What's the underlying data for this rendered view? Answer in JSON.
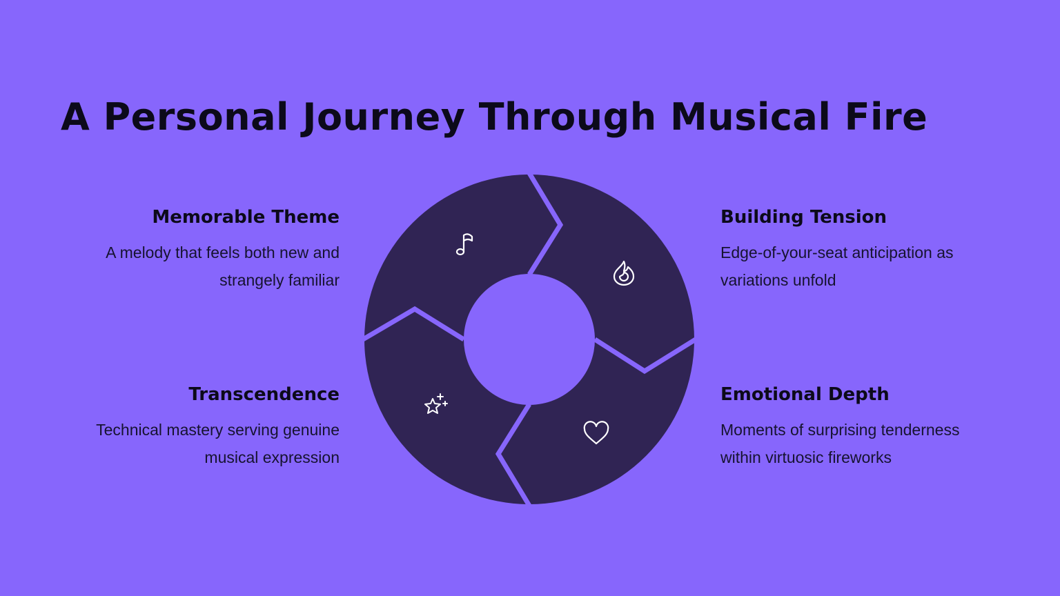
{
  "title": "A Personal Journey Through Musical Fire",
  "colors": {
    "background": "#8766fc",
    "segment": "#302454",
    "icon": "#ffffff",
    "text": "#0c0a1a"
  },
  "stages": [
    {
      "id": "memorable-theme",
      "heading": "Memorable Theme",
      "body": "A melody that feels both new and strangely familiar",
      "icon": "music-note-icon"
    },
    {
      "id": "building-tension",
      "heading": "Building Tension",
      "body": "Edge-of-your-seat anticipation as variations unfold",
      "icon": "flame-icon"
    },
    {
      "id": "emotional-depth",
      "heading": "Emotional Depth",
      "body": "Moments of surprising tenderness within virtuosic fireworks",
      "icon": "heart-icon"
    },
    {
      "id": "transcendence",
      "heading": "Transcendence",
      "body": "Technical mastery serving genuine musical expression",
      "icon": "sparkles-icon"
    }
  ]
}
